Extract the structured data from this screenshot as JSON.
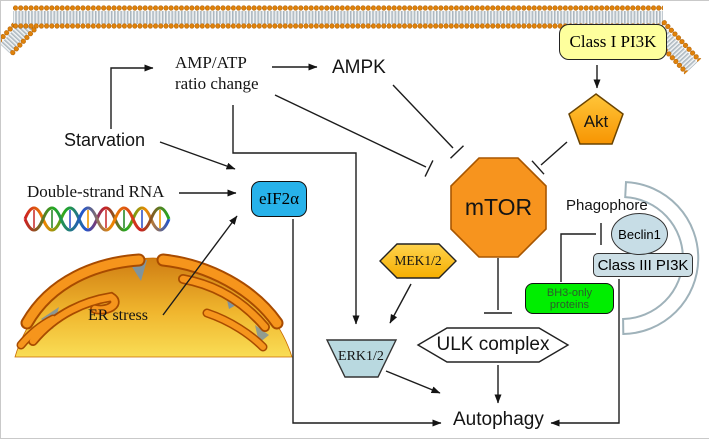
{
  "figure": {
    "type": "signaling-pathway-diagram",
    "topic": "Autophagy regulation pathways",
    "background": "#ffffff"
  },
  "nodes": {
    "amp_atp": {
      "label_line1": "AMP/ATP",
      "label_line2": "ratio change"
    },
    "ampk": {
      "label": "AMPK"
    },
    "starvation": {
      "label": "Starvation"
    },
    "dsrna": {
      "label": "Double-strand RNA"
    },
    "er_stress": {
      "label": "ER stress"
    },
    "eif2a": {
      "label": "eIF2α",
      "color": "#27b2ea"
    },
    "class1_pi3k": {
      "label": "Class I PI3K",
      "color": "#feff9d"
    },
    "akt": {
      "label": "Akt",
      "color": "#fbab07"
    },
    "mtor": {
      "label": "mTOR",
      "color": "#f7941e"
    },
    "mek": {
      "label": "MEK1/2",
      "color": "#fdc32a"
    },
    "erk": {
      "label": "ERK1/2",
      "color": "#b9d9e0"
    },
    "ulk": {
      "label": "ULK complex",
      "color": "#ffffff"
    },
    "phagophore": {
      "label": "Phagophore"
    },
    "beclin1": {
      "label": "Beclin1",
      "color": "#c7dde6"
    },
    "class3_pi3k": {
      "label": "Class III PI3K",
      "color": "#ccdfe6"
    },
    "bh3": {
      "label": "BH3-only proteins",
      "color": "#00ee00"
    },
    "autophagy": {
      "label": "Autophagy"
    }
  },
  "edges": [
    {
      "from": "starvation",
      "to": "amp_atp",
      "type": "activate"
    },
    {
      "from": "amp_atp",
      "to": "ampk",
      "type": "activate"
    },
    {
      "from": "ampk",
      "to": "mtor",
      "type": "inhibit"
    },
    {
      "from": "amp_atp",
      "to": "mtor",
      "type": "inhibit"
    },
    {
      "from": "amp_atp",
      "to": "erk",
      "type": "activate"
    },
    {
      "from": "starvation",
      "to": "eif2a",
      "type": "activate"
    },
    {
      "from": "dsrna",
      "to": "eif2a",
      "type": "activate"
    },
    {
      "from": "er_stress",
      "to": "eif2a",
      "type": "activate"
    },
    {
      "from": "class1_pi3k",
      "to": "akt",
      "type": "activate"
    },
    {
      "from": "akt",
      "to": "mtor",
      "type": "inhibit"
    },
    {
      "from": "mtor",
      "to": "ulk",
      "type": "inhibit"
    },
    {
      "from": "mek",
      "to": "erk",
      "type": "activate"
    },
    {
      "from": "ulk",
      "to": "autophagy",
      "type": "activate"
    },
    {
      "from": "erk",
      "to": "autophagy",
      "type": "activate"
    },
    {
      "from": "eif2a",
      "to": "autophagy",
      "type": "activate"
    },
    {
      "from": "class3_pi3k",
      "to": "autophagy",
      "type": "activate"
    },
    {
      "from": "bh3",
      "to": "beclin1",
      "type": "inhibit"
    }
  ],
  "colors": {
    "membrane_head": "#e0820a",
    "membrane_tail": "#aab4bc",
    "phagophore_arc": "#9fb2ba",
    "line": "#1c1c1c"
  }
}
